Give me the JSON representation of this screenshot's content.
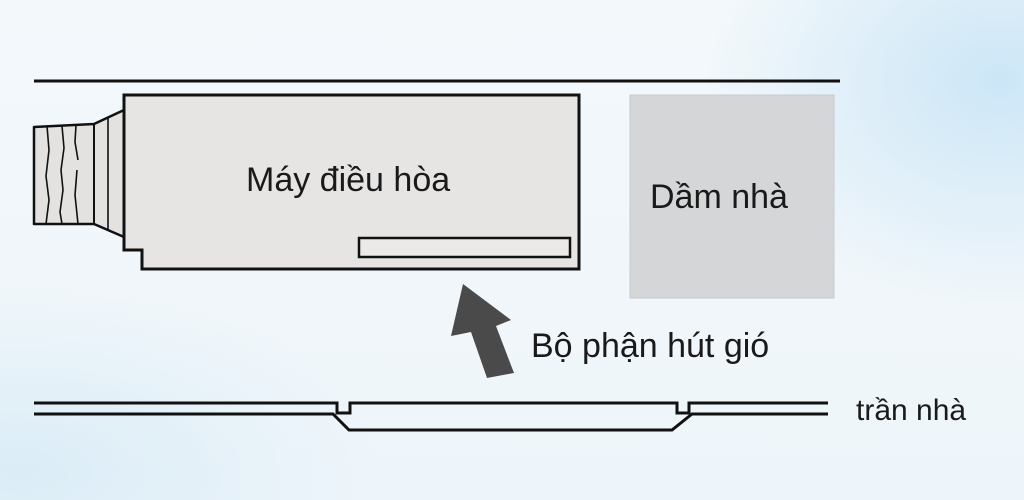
{
  "labels": {
    "air_conditioner": "Máy điều hòa",
    "beam": "Dầm nhà",
    "air_intake": "Bộ phận hút gió",
    "ceiling": "trần nhà"
  },
  "colors": {
    "stroke": "#111111",
    "unit_fill": "#e6e5e4",
    "beam_fill": "#d4d6d8",
    "duct_fill": "#e3e2e1",
    "arrow_fill": "#4a4a4a",
    "text": "#1a1a1a"
  },
  "icons": {
    "air_flow": "arrow-up-right-icon"
  }
}
